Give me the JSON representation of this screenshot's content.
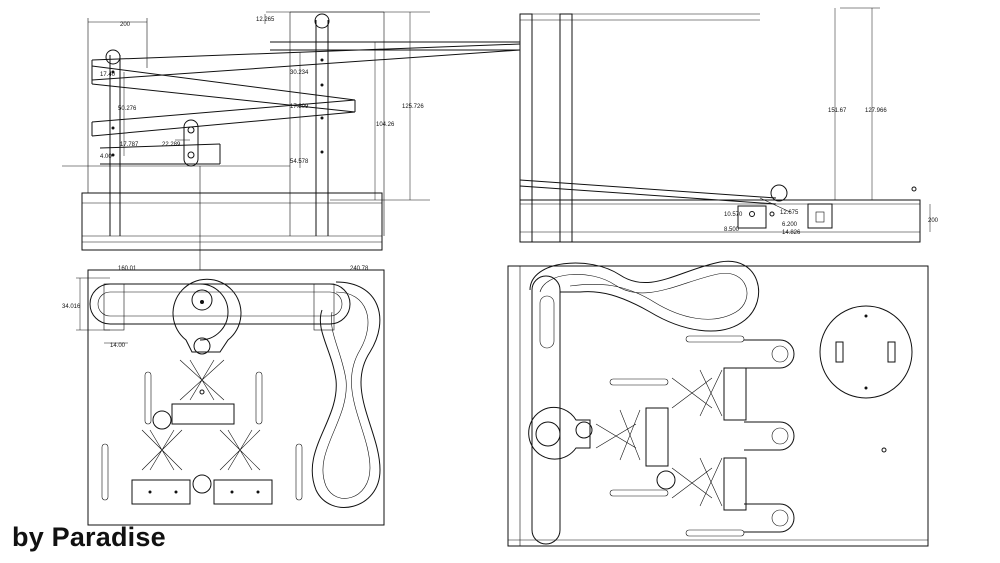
{
  "credit": "by Paradise",
  "side_view_left": {
    "dimensions": [
      "200",
      "12.265",
      "17.40",
      "50.276",
      "17.787",
      "22.289",
      "4.00",
      "30.234",
      "17.809",
      "54.578",
      "104.26",
      "125.726"
    ]
  },
  "side_view_right": {
    "dimensions": [
      "151.67",
      "127.966",
      "200",
      "10.570",
      "8.500",
      "12.675",
      "6.200",
      "14.826"
    ]
  },
  "top_view_left": {
    "dimensions": [
      "160.01",
      "34.016",
      "14.00",
      "240.78"
    ]
  }
}
